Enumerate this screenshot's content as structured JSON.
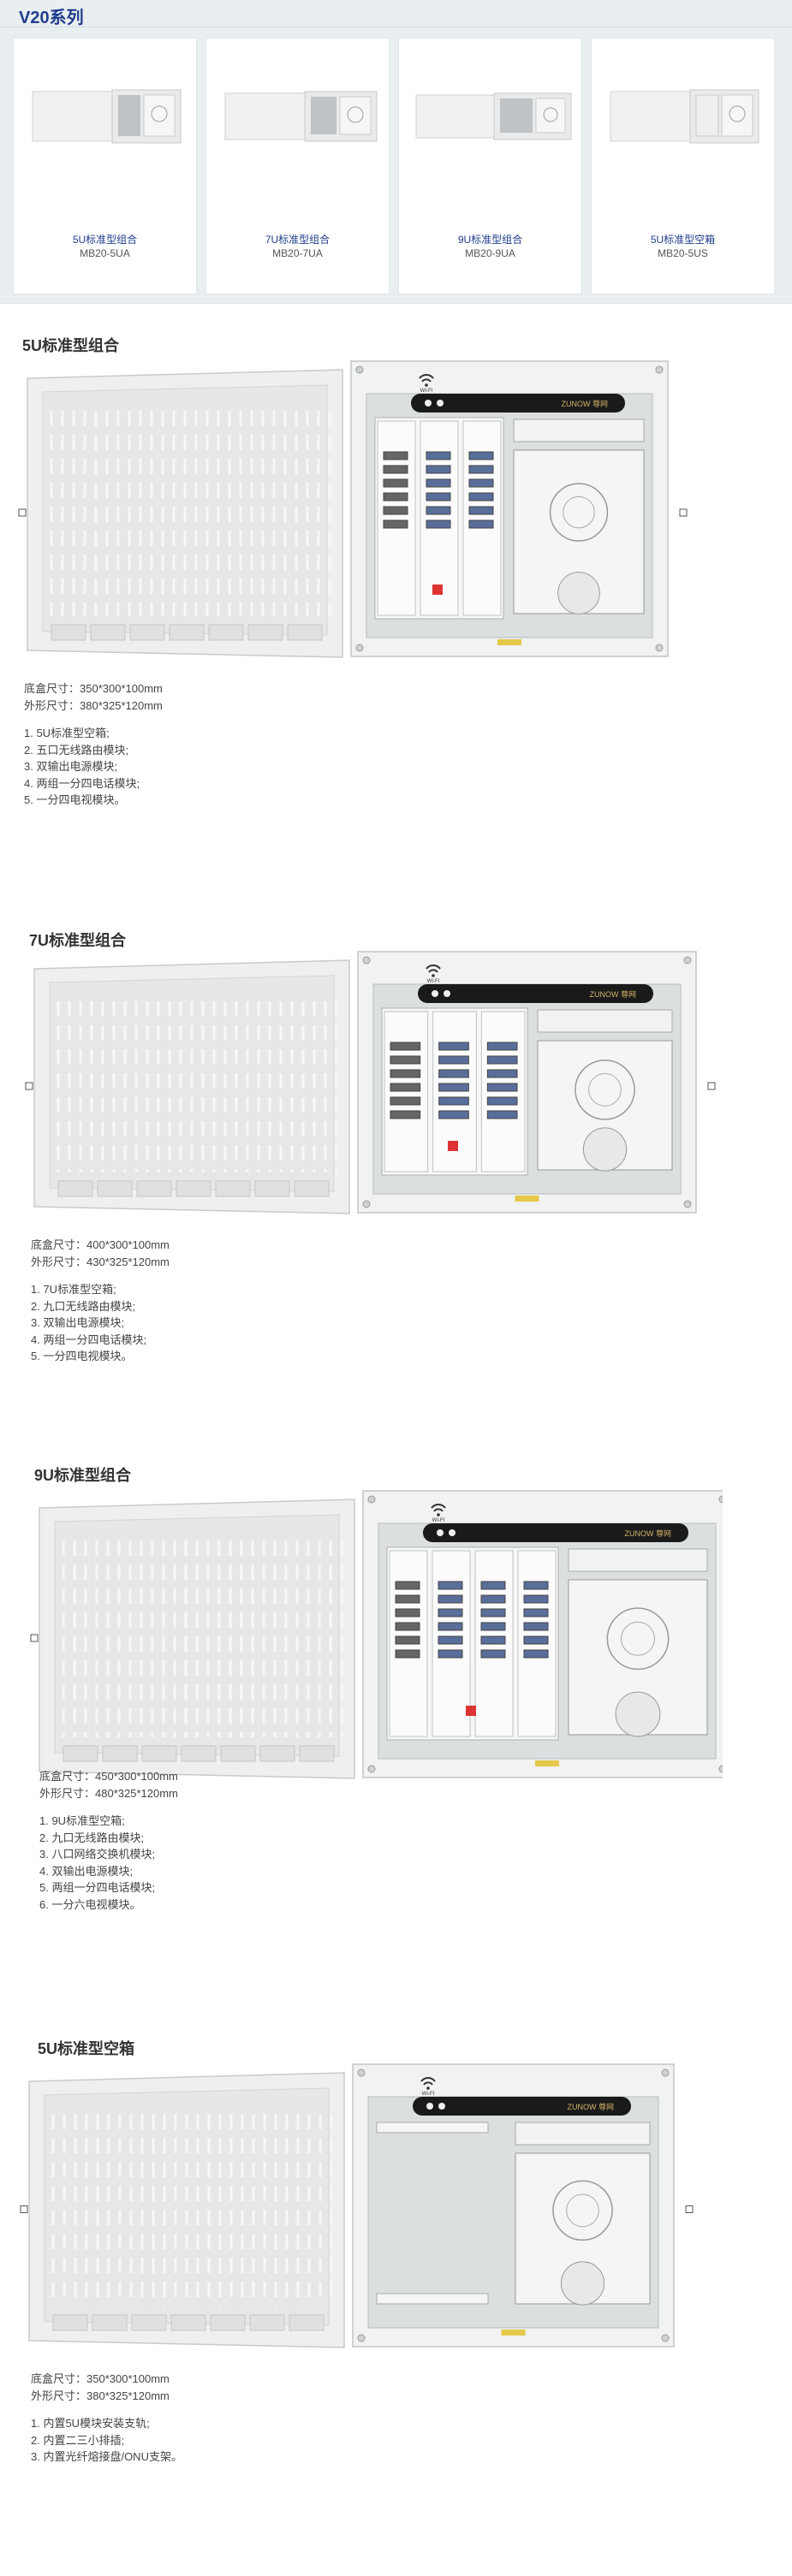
{
  "header": {
    "series_title": "V20系列",
    "cards": [
      {
        "name": "5U标准型组合",
        "model": "MB20-5UA"
      },
      {
        "name": "7U标准型组合",
        "model": "MB20-7UA"
      },
      {
        "name": "9U标准型组合",
        "model": "MB20-9UA"
      },
      {
        "name": "5U标准型空箱",
        "model": "MB20-5US"
      }
    ]
  },
  "brand_label": "ZUNOW 尊网",
  "wifi_label": "WI-FI",
  "sections": [
    {
      "title": "5U标准型组合",
      "base_size": "底盒尺寸：350*300*100mm",
      "outer_size": "外形尺寸：380*325*120mm",
      "features": [
        "1. 5U标准型空箱;",
        "2. 五口无线路由模块;",
        "3. 双输出电源模块;",
        "4. 两组一分四电话模块;",
        "5. 一分四电视模块。"
      ]
    },
    {
      "title": "7U标准型组合",
      "base_size": "底盒尺寸：400*300*100mm",
      "outer_size": "外形尺寸：430*325*120mm",
      "features": [
        "1. 7U标准型空箱;",
        "2. 九口无线路由模块;",
        "3. 双输出电源模块;",
        "4. 两组一分四电话模块;",
        "5. 一分四电视模块。"
      ]
    },
    {
      "title": "9U标准型组合",
      "base_size": "底盒尺寸：450*300*100mm",
      "outer_size": "外形尺寸：480*325*120mm",
      "features": [
        "1. 9U标准型空箱;",
        "2. 九口无线路由模块;",
        "3. 八口网络交换机模块;",
        "4. 双输出电源模块;",
        "5. 两组一分四电话模块;",
        "6. 一分六电视模块。"
      ]
    },
    {
      "title": "5U标准型空箱",
      "base_size": "底盒尺寸：350*300*100mm",
      "outer_size": "外形尺寸：380*325*120mm",
      "features": [
        "1. 内置5U模块安装支轨;",
        "2. 内置二三小排插;",
        "3. 内置光纤熔接盘/ONU支架。"
      ]
    }
  ]
}
